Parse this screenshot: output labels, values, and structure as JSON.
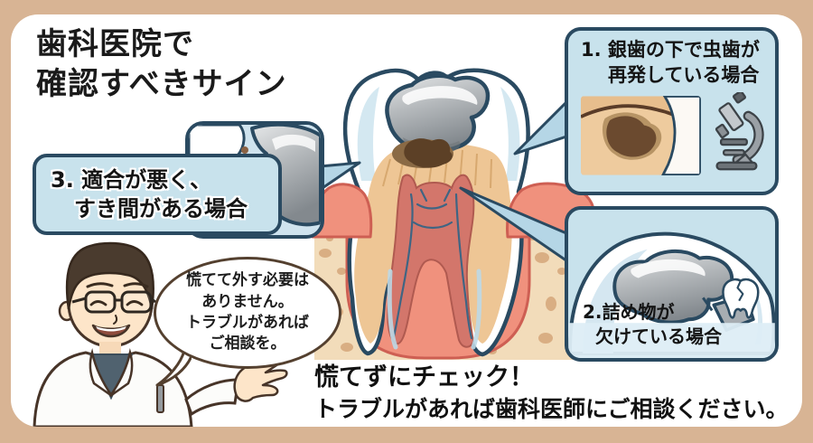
{
  "title": {
    "line1": "歯科医院で",
    "line2": "確認すべきサイン"
  },
  "callouts": {
    "c1": {
      "line1": "1. 銀歯の下で虫歯が",
      "line2": "再発している場合",
      "icon": "microscope-icon",
      "image": "decay-under-crown-closeup"
    },
    "c2": {
      "line1": "2.詰め物が",
      "line2": "欠けている場合",
      "icon": "cracked-tooth-icon",
      "image": "chipped-filling-illustration"
    },
    "c3": {
      "line1": "3. 適合が悪く、",
      "line2": "すき間がある場合",
      "image": "gap-with-debris-closeup"
    }
  },
  "speech_bubble": {
    "lines": [
      "慌てて外す必要は",
      "ありません。",
      "トラブルがあれば",
      "ご相談を。"
    ]
  },
  "footer": {
    "line1": "慌てずにチェック！",
    "line2": "トラブルがあれば歯科医師にご相談ください。"
  },
  "colors": {
    "background": "#d8b494",
    "panel": "#ffffff",
    "callout_fill": "#c8e2ec",
    "callout_border": "#2a4a61",
    "text": "#1a1a1a",
    "bubble_border": "#54402f",
    "gum": "#f0917d",
    "bone": "#f2dcba",
    "dentin": "#eec695",
    "pulp": "#d3766b"
  }
}
